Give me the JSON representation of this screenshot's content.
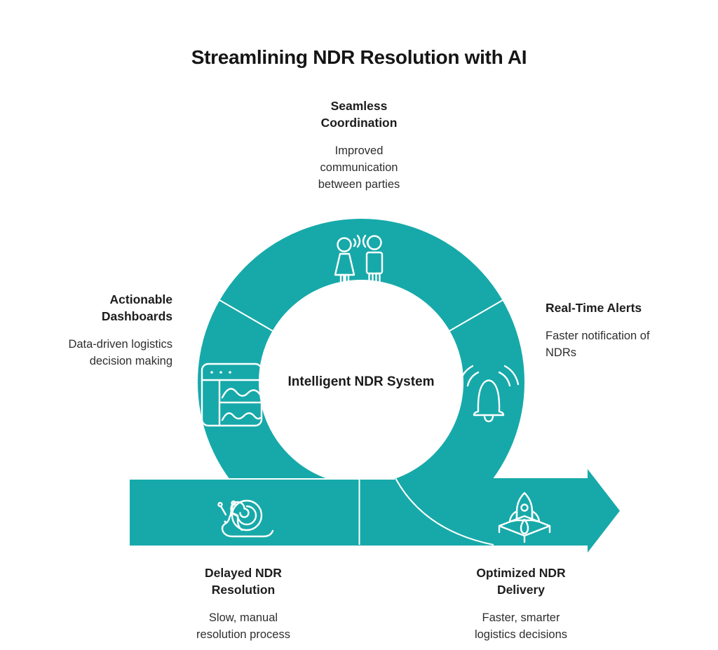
{
  "title": "Streamlining NDR Resolution with AI",
  "diagram": {
    "center_label": "Intelligent NDR System",
    "shape": "loop-arrow",
    "colors": {
      "teal": "#17A9A9",
      "heading_text": "#1d1d1d",
      "body_text": "#2e2e2e",
      "background": "#ffffff",
      "icon_stroke": "#ffffff"
    }
  },
  "nodes": [
    {
      "id": "seamless-coordination",
      "position": "top",
      "icon": "people-communication-icon",
      "heading": "Seamless\nCoordination",
      "body": "Improved\ncommunication\nbetween parties"
    },
    {
      "id": "actionable-dashboards",
      "position": "left",
      "icon": "dashboard-icon",
      "heading": "Actionable\nDashboards",
      "body": "Data-driven logistics\ndecision making"
    },
    {
      "id": "real-time-alerts",
      "position": "right",
      "icon": "bell-alert-icon",
      "heading": "Real-Time Alerts",
      "body": "Faster notification of\nNDRs"
    },
    {
      "id": "delayed-ndr-resolution",
      "position": "bottom-left",
      "icon": "snail-icon",
      "heading": "Delayed NDR\nResolution",
      "body": "Slow, manual\nresolution process"
    },
    {
      "id": "optimized-ndr-delivery",
      "position": "bottom-right",
      "icon": "rocket-launch-icon",
      "heading": "Optimized NDR\nDelivery",
      "body": "Faster, smarter\nlogistics decisions"
    }
  ]
}
